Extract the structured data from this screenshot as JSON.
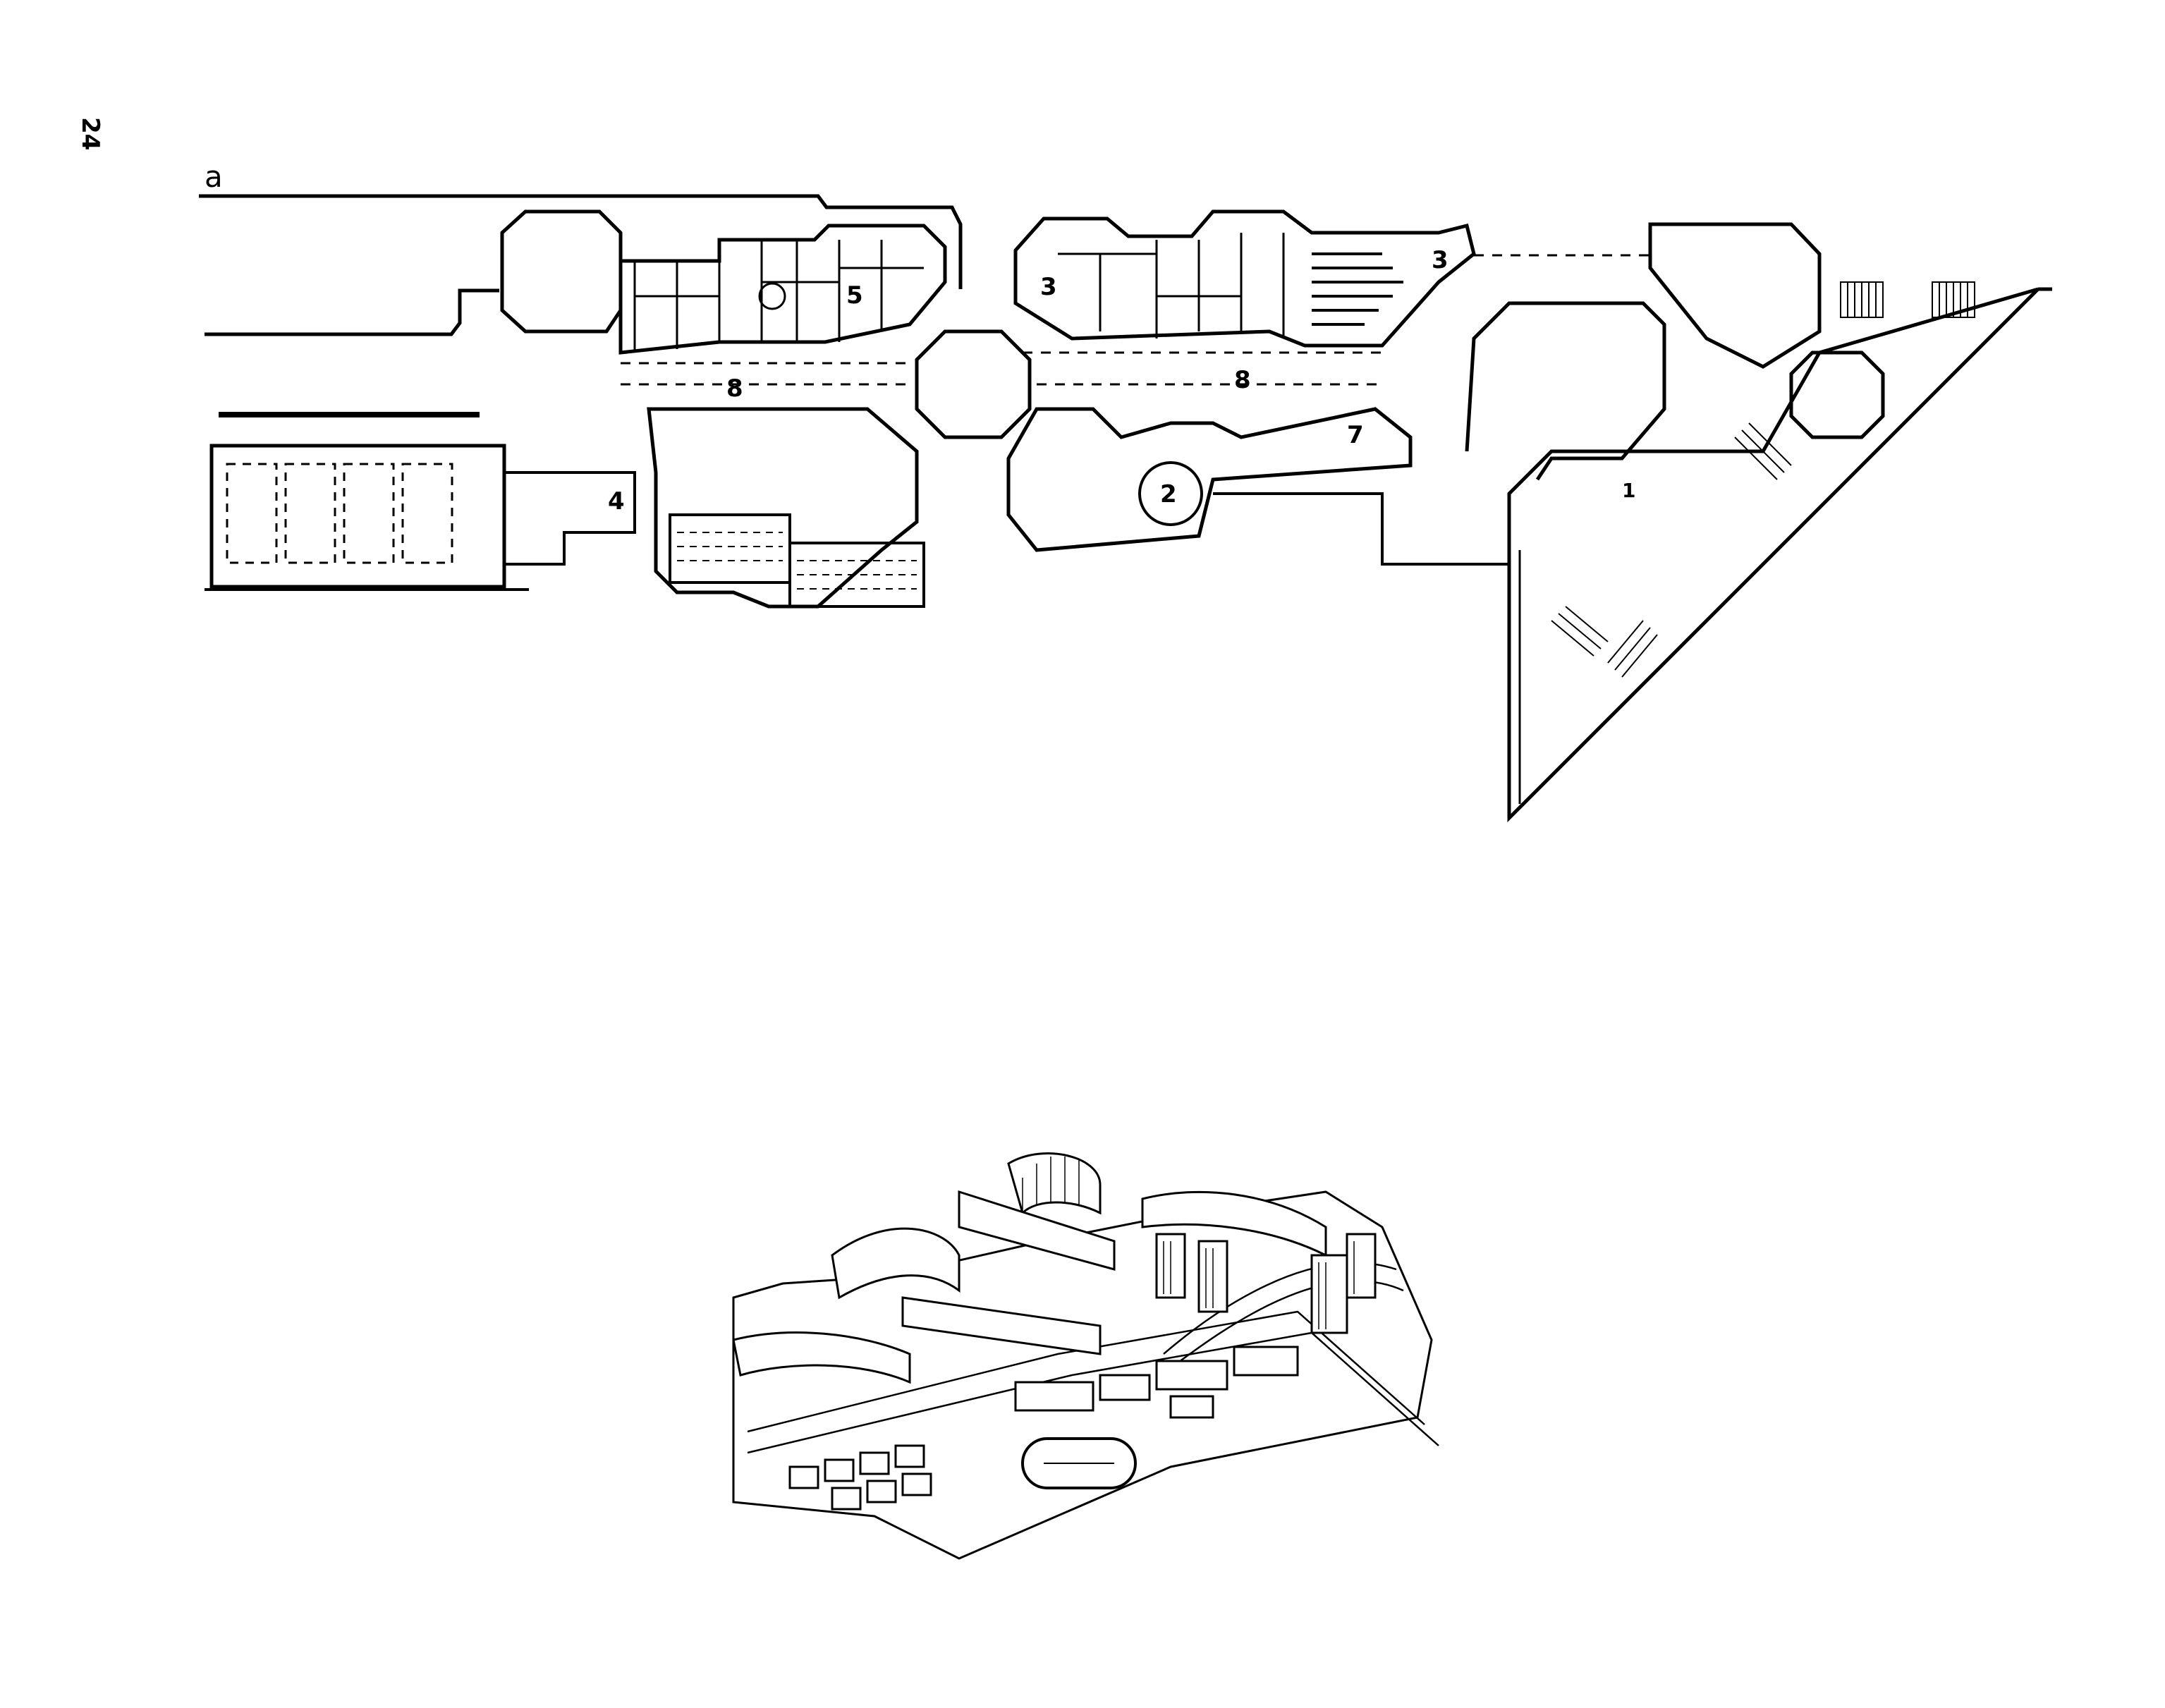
{
  "page_number": "24",
  "figure_letter": "a",
  "plan_labels": [
    {
      "id": "label-1",
      "text": "1"
    },
    {
      "id": "label-2",
      "text": "2"
    },
    {
      "id": "label-3a",
      "text": "3"
    },
    {
      "id": "label-3b",
      "text": "3"
    },
    {
      "id": "label-4",
      "text": "4"
    },
    {
      "id": "label-5",
      "text": "5"
    },
    {
      "id": "label-7",
      "text": "7"
    },
    {
      "id": "label-8a",
      "text": "8"
    },
    {
      "id": "label-8b",
      "text": "8"
    }
  ],
  "colors": {
    "ink": "#000000",
    "paper": "#ffffff"
  }
}
